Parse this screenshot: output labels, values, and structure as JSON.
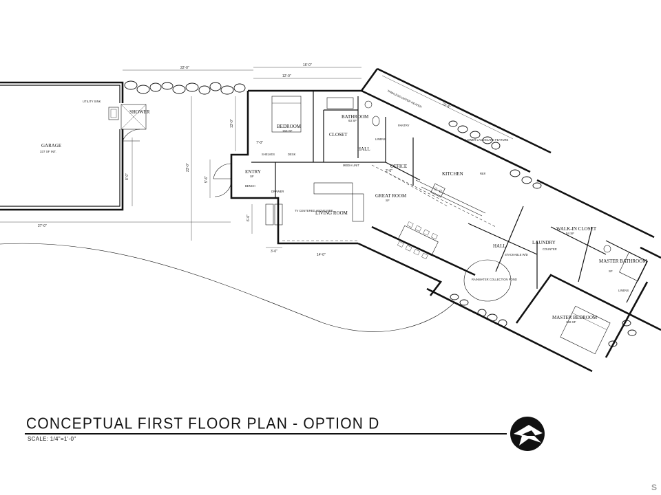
{
  "title": "CONCEPTUAL FIRST FLOOR PLAN - OPTION D",
  "scale": "SCALE: 1/4\"=1'-0\"",
  "watermark": "S",
  "colors": {
    "line": "#111111",
    "background": "#ffffff",
    "watermark": "#9a9a9a"
  },
  "logo_icon": "compass-logo-icon",
  "rooms": {
    "garage": {
      "name": "GARAGE",
      "area": "337 SF INT."
    },
    "shower": {
      "name": "SHOWER"
    },
    "utility_sink": {
      "name": "UTILITY SINK"
    },
    "bedroom": {
      "name": "BEDROOM",
      "area": "163 SF"
    },
    "bathroom": {
      "name": "BATHROOM",
      "area": "63 SF"
    },
    "closet": {
      "name": "CLOSET"
    },
    "hall1": {
      "name": "HALL"
    },
    "entry": {
      "name": "ENTRY",
      "area": "SF"
    },
    "office": {
      "name": "OFFICE"
    },
    "kitchen": {
      "name": "KITCHEN"
    },
    "great_room": {
      "name": "GREAT ROOM",
      "area": "SF"
    },
    "living_room": {
      "name": "LIVING ROOM"
    },
    "hall2": {
      "name": "HALL"
    },
    "laundry": {
      "name": "LAUNDRY"
    },
    "walk_in_closet": {
      "name": "WALK-IN CLOSET",
      "area": "54 SF"
    },
    "master_bathroom": {
      "name": "MASTER BATHROOM",
      "area": "SF"
    },
    "master_bedroom": {
      "name": "MASTER BEDROOM",
      "area": "169 SF"
    },
    "pond": {
      "name": "RAINWATER COLLECTION POND"
    }
  },
  "notes": {
    "tankless": "TANKLESS WATER HEATER",
    "pantry": "PANTRY",
    "linens": "LINENS",
    "lower_landscape": "LOWER LANDSCAPE FEATURE",
    "media_unit": "MEDIA UNIT",
    "shelves": "SHELVES",
    "desk": "DESK",
    "bench": "BENCH",
    "drawer": "DRAWER",
    "tv": "TV CENTERED ABOVE FIRE",
    "fire": "FIRE",
    "ref": "REF.",
    "counter": "COUNTER",
    "stackable": "STACKABLE W/D",
    "linens2": "LINENS"
  },
  "dimensions": {
    "garage_width": "22'-0\"",
    "garage_bottom": "27'-0\"",
    "garage_height": "8'-0\"",
    "bedroom_width": "12'-0\"",
    "top_overall": "16'-0\"",
    "left_side": "23'-0\"",
    "entry_height": "5'-6\"",
    "bedroom_height": "13'-0\"",
    "closet_width": "7'-0\"",
    "hall_width": "2'-0\"",
    "fire_width": "3'-0\"",
    "living_height": "6'-0\"",
    "living_bottom": "14'-0\"",
    "kitchen_side": "23'-6\""
  }
}
